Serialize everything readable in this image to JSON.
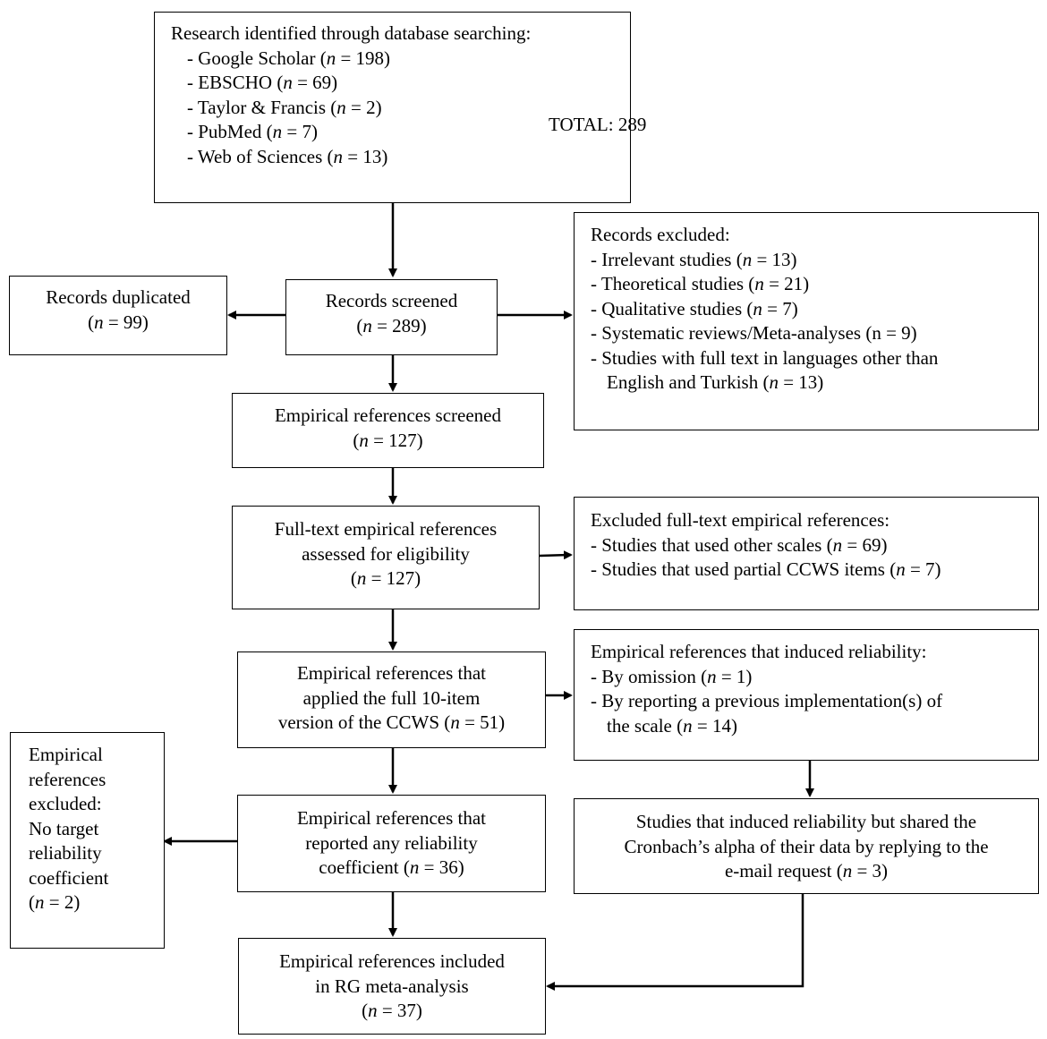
{
  "search": {
    "title": "Research identified through database searching:",
    "databases": [
      {
        "prefix": "- Google Scholar (",
        "n": "n",
        "suffix": " = 198)"
      },
      {
        "prefix": "- EBSCHO (",
        "n": "n",
        "suffix": " = 69)"
      },
      {
        "prefix": "- Taylor & Francis (",
        "n": "n",
        "suffix": " = 2)"
      },
      {
        "prefix": "- PubMed (",
        "n": "n",
        "suffix": " = 7)"
      },
      {
        "prefix": "- Web of Sciences (",
        "n": "n",
        "suffix": " = 13)"
      }
    ],
    "total": "TOTAL: 289"
  },
  "duplicated": {
    "line1": "Records duplicated",
    "n": "n",
    "value": " = 99)"
  },
  "screened": {
    "line1": "Records screened",
    "n": "n",
    "value": " = 289)"
  },
  "excluded_records": {
    "title": "Records excluded:",
    "items": [
      {
        "prefix": "- Irrelevant studies (",
        "n": "n",
        "suffix": " = 13)"
      },
      {
        "prefix": "- Theoretical studies (",
        "n": "n",
        "suffix": " = 21)"
      },
      {
        "prefix": "- Qualitative studies (",
        "n": "n",
        "suffix": " = 7)"
      },
      {
        "prefix": "- Systematic reviews/Meta-analyses (n = 9)",
        "n": "",
        "suffix": ""
      }
    ],
    "last_line1": "- Studies with full text in languages other than",
    "last_line2_prefix": "English and Turkish (",
    "last_n": "n",
    "last_suffix": " = 13)"
  },
  "empirical_screened": {
    "line1": "Empirical references screened",
    "n": "n",
    "value": " = 127)"
  },
  "fulltext": {
    "line1": "Full-text empirical references",
    "line2": "assessed for eligibility",
    "n": "n",
    "value": " = 127)"
  },
  "excluded_fulltext": {
    "title": "Excluded full-text empirical references:",
    "items": [
      {
        "prefix": "- Studies that used other scales (",
        "n": "n",
        "suffix": " = 69)"
      },
      {
        "prefix": "- Studies that used partial CCWS items (",
        "n": "n",
        "suffix": " = 7)"
      }
    ]
  },
  "applied": {
    "line1": "Empirical references that",
    "line2": "applied the full 10-item",
    "line3_prefix": "version of the CCWS (",
    "n": "n",
    "line3_suffix": " = 51)"
  },
  "induced": {
    "title": "Empirical references that induced reliability:",
    "item1_prefix": "- By omission (",
    "item1_n": "n",
    "item1_suffix": " = 1)",
    "item2_line1": "- By reporting a previous implementation(s) of",
    "item2_line2_prefix": "the scale (",
    "item2_n": "n",
    "item2_suffix": " = 14)"
  },
  "excluded_coef": {
    "lines": [
      "Empirical",
      "references",
      "excluded:",
      "No target",
      "reliability",
      "coefficient"
    ],
    "n": "n",
    "value": " = 2)"
  },
  "reported": {
    "line1": "Empirical references that",
    "line2": "reported any reliability",
    "line3_prefix": "coefficient (",
    "n": "n",
    "line3_suffix": " = 36)"
  },
  "shared": {
    "line1": "Studies that induced reliability but shared the",
    "line2": "Cronbach’s alpha of their data by replying to the",
    "line3_prefix": "e-mail request (",
    "n": "n",
    "line3_suffix": " = 3)"
  },
  "included": {
    "line1": "Empirical references included",
    "line2": "in RG meta-analysis",
    "n": "n",
    "value": " = 37)"
  }
}
